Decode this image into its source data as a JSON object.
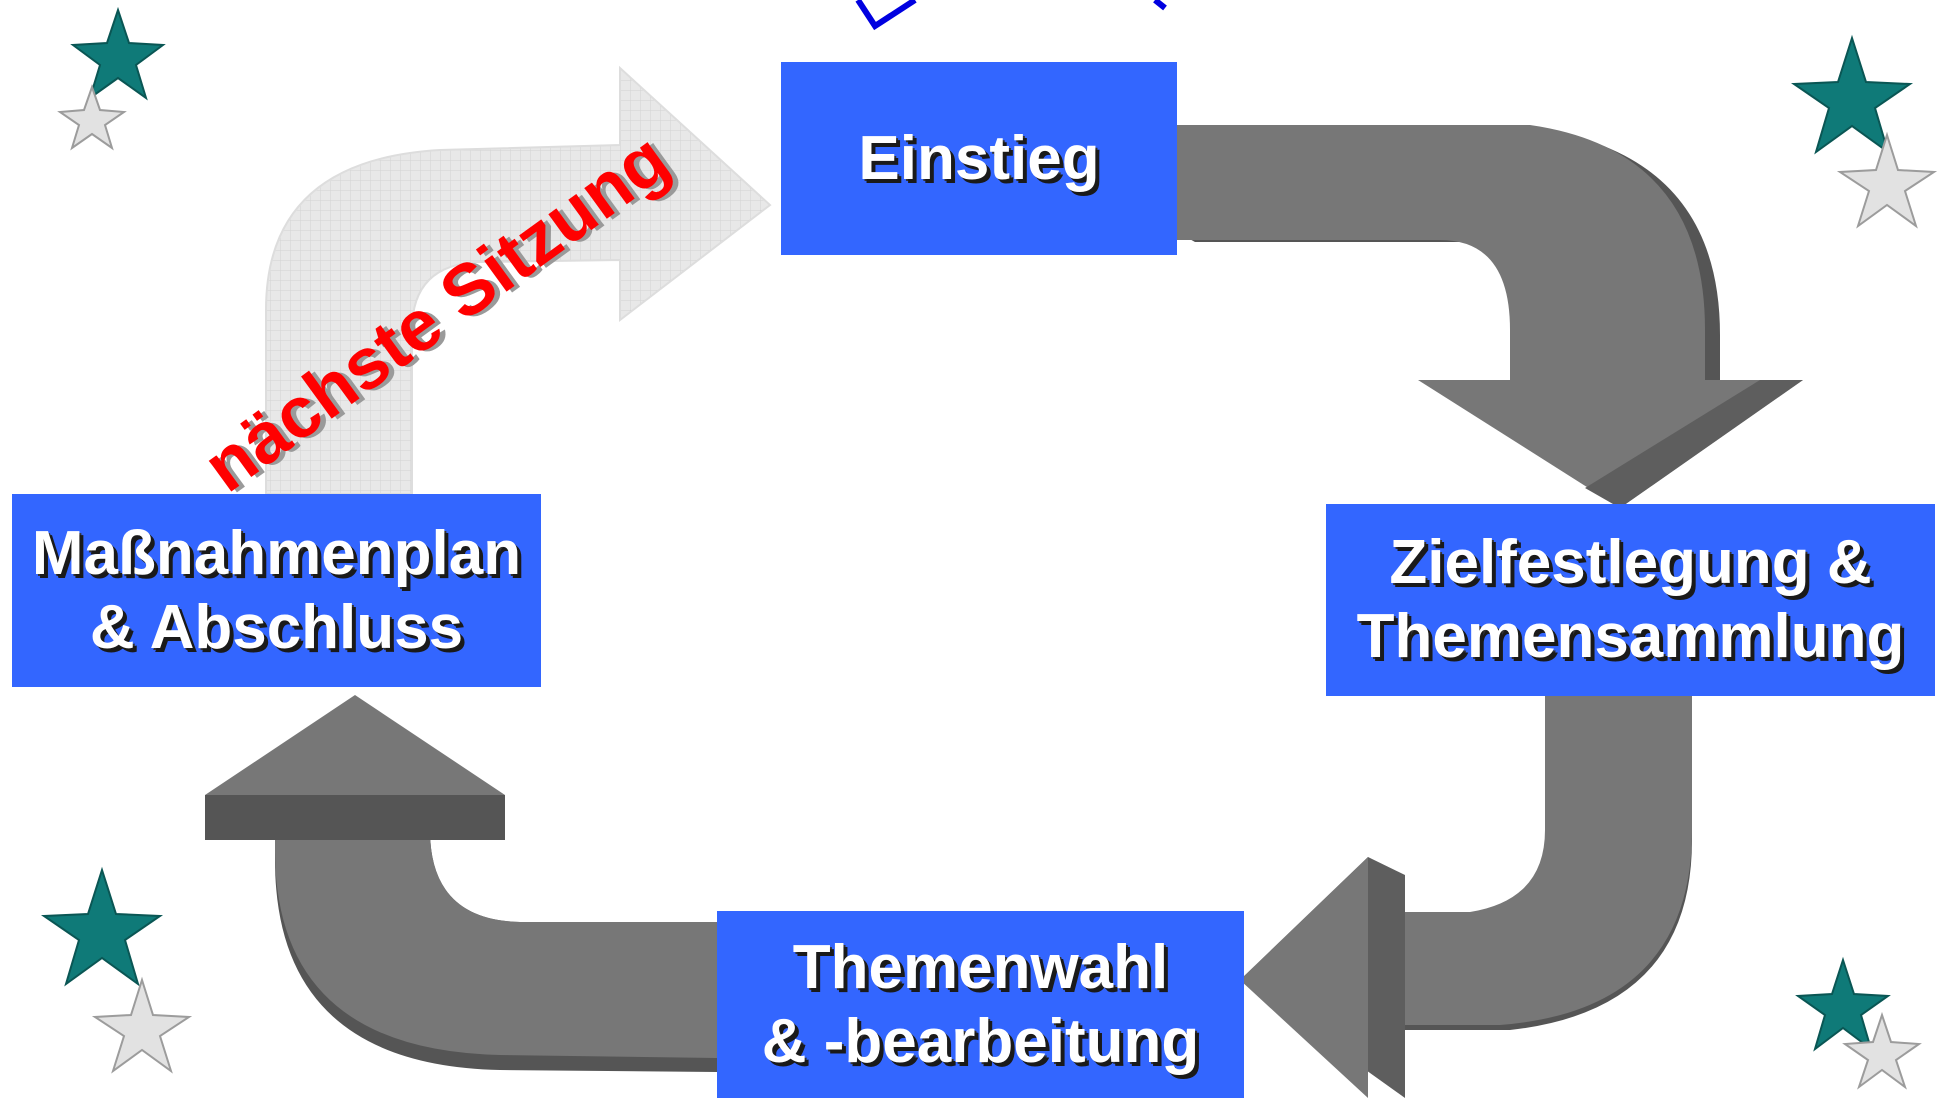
{
  "diagram": {
    "steps": {
      "einstieg": {
        "line1": "Einstieg"
      },
      "zielfestlegung": {
        "line1": "Zielfestlegung &",
        "line2": "Themensammlung"
      },
      "themenwahl": {
        "line1": "Themenwahl",
        "line2": "& -bearbeitung"
      },
      "massnahmen": {
        "line1": "Maßnahmenplan",
        "line2": "& Abschluss"
      }
    },
    "loop_label": "nächste Sitzung",
    "colors": {
      "box": "#3366ff",
      "arrow": "#777777",
      "arrow_dark": "#555555",
      "next_arrow": "#e6e6e6",
      "label": "#ff0000",
      "star_teal": "#0f7a78",
      "star_silver": "#c8c8c8"
    },
    "icons": [
      "star-icon"
    ]
  }
}
